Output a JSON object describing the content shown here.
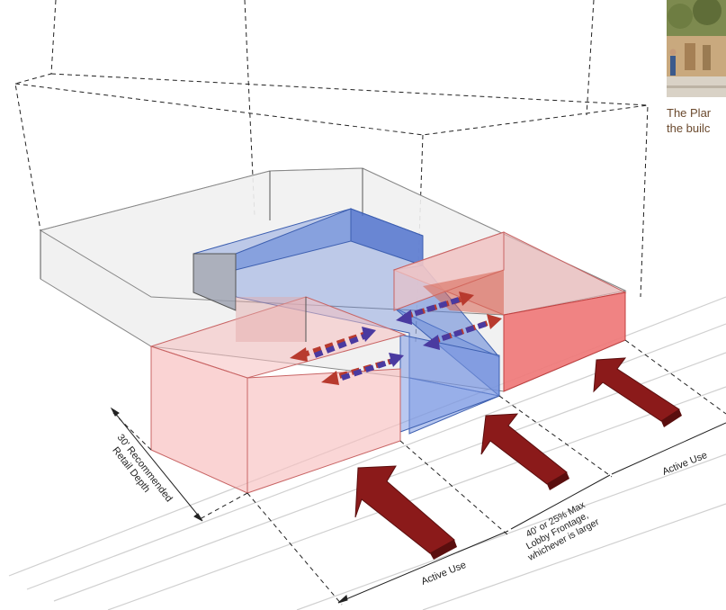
{
  "labels": {
    "retail_depth_line1": "30' Recommended",
    "retail_depth_line2": "Retail Depth",
    "active_use_left": "Active Use",
    "lobby_line1": "40' or 25% Max",
    "lobby_line2": "Lobby Frontage,",
    "lobby_line3": "whichever is larger",
    "active_use_right": "Active Use"
  },
  "caption": {
    "line1": "The Plar",
    "line2": "the builc"
  },
  "colors": {
    "retail": "#f0a0a0",
    "lobby": "#5b7fd6",
    "existing": "#cfcfcf",
    "entry_arrow": "#8b1a1a",
    "interior_arrow_blue": "#4a3aa0",
    "interior_arrow_red": "#c0392b"
  }
}
